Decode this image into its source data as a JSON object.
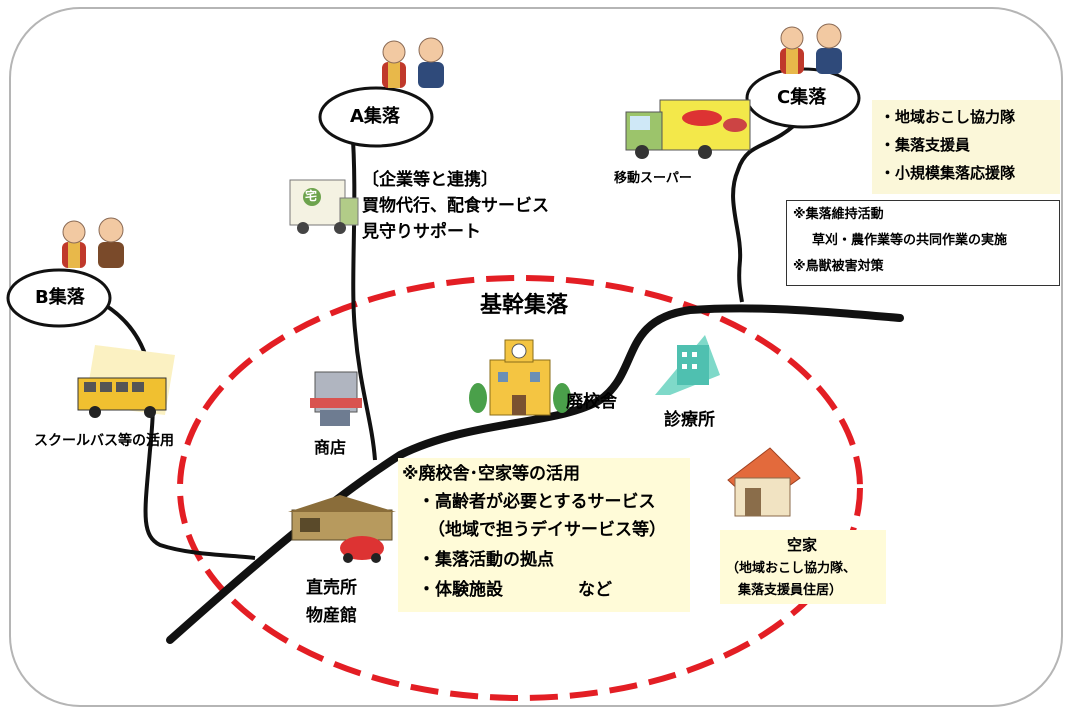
{
  "hub": {
    "title": "基幹集落"
  },
  "villages": {
    "a": "A集落",
    "b": "B集落",
    "c": "C集落"
  },
  "partnership": {
    "heading": "〔企業等と連携〕",
    "line1": "買物代行、配食サービス",
    "line2": "見守りサポート"
  },
  "c_support": {
    "items": [
      "・地域おこし協力隊",
      "・集落支援員",
      "・小規模集落応援隊"
    ]
  },
  "activities": {
    "line1": "※集落維持活動",
    "line2": "草刈・農作業等の共同作業の実施",
    "line3": "※鳥獣被害対策"
  },
  "labels": {
    "mobile_super": "移動スーパー",
    "school_bus": "スクールバス等の活用",
    "shop": "商店",
    "school": "廃校舎",
    "clinic": "診療所",
    "direct1": "直売所",
    "direct2": "物産館",
    "vacant": "空家",
    "vacant_note1": "（地域おこし協力隊、",
    "vacant_note2": "集落支援員住居）",
    "delivery_mark": "宅"
  },
  "usage": {
    "heading": "※廃校舎･空家等の活用",
    "item1": "・高齢者が必要とするサービス",
    "item2": "（地域で担うデイサービス等）",
    "item3": "・集落活動の拠点",
    "item4": "・体験施設",
    "item4_suffix": "など"
  }
}
